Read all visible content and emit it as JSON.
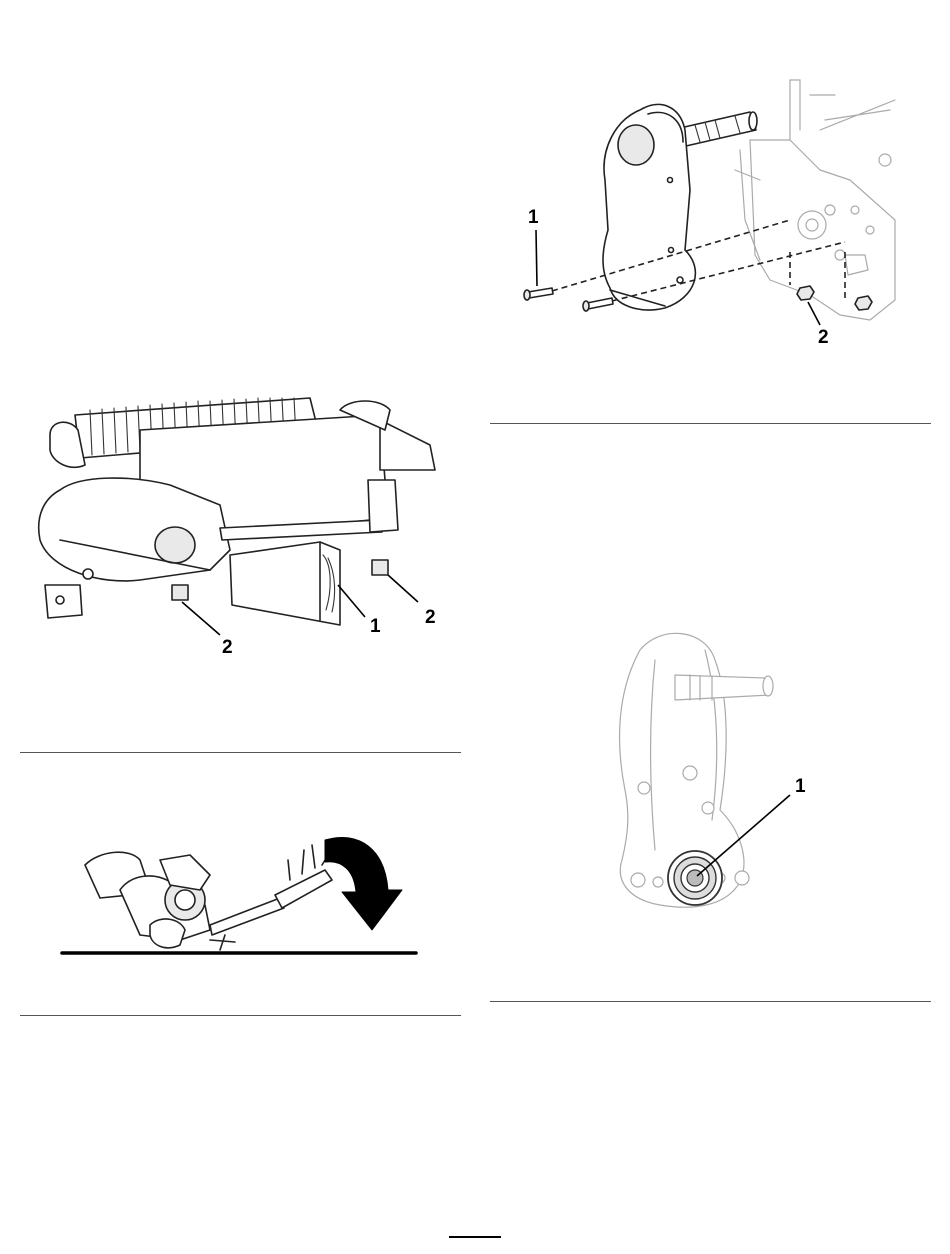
{
  "figures": {
    "cover_assembly": {
      "callouts": {
        "bolt": "1",
        "nut": "2"
      }
    },
    "cover_installed": {
      "callouts": {
        "block": "1",
        "nut_left": "2",
        "nut_right": "2"
      }
    },
    "tip_direction": {},
    "cover_inside": {
      "callouts": {
        "seal": "1"
      }
    }
  }
}
